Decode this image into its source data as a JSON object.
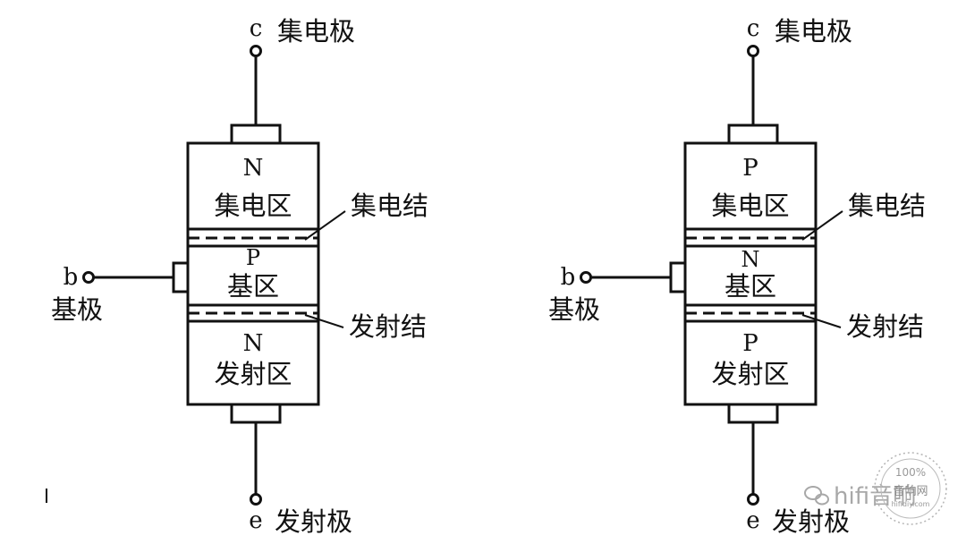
{
  "npn": {
    "terminal_c": "c",
    "collector_label": "集电极",
    "terminal_b": "b",
    "base_label": "基极",
    "terminal_e": "e",
    "emitter_label": "发射极",
    "top_region_type": "N",
    "top_region_name": "集电区",
    "mid_region_type": "P",
    "mid_region_name": "基区",
    "bot_region_type": "N",
    "bot_region_name": "发射区",
    "collector_junction": "集电结",
    "emitter_junction": "发射结"
  },
  "pnp": {
    "terminal_c": "c",
    "collector_label": "集电极",
    "terminal_b": "b",
    "base_label": "基极",
    "terminal_e": "e",
    "emitter_label": "发射极",
    "top_region_type": "P",
    "top_region_name": "集电区",
    "mid_region_type": "N",
    "mid_region_name": "基区",
    "bot_region_type": "P",
    "bot_region_name": "发射区",
    "collector_junction": "集电结",
    "emitter_junction": "发射结"
  },
  "watermark": {
    "account": "hifi音响",
    "seal_number": "100%",
    "seal_site": "音响网",
    "seal_domain": "hifidiy.com"
  },
  "colors": {
    "line": "#111111",
    "watermark": "#9a9a9a"
  }
}
